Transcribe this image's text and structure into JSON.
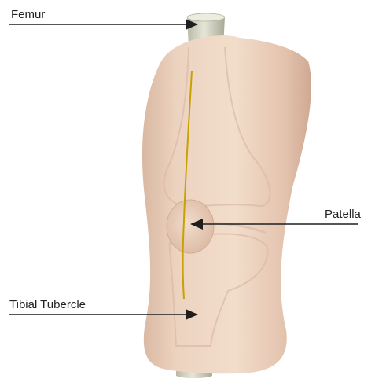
{
  "labels": {
    "femur": "Femur",
    "patella": "Patella",
    "tibial_tubercle": "Tibial Tubercle"
  },
  "colors": {
    "skin_light": "#f4e4d2",
    "skin_mid": "#e9cdb7",
    "skin_shadow": "#d6b09a",
    "bone_shaft": "#c9c9b8",
    "incision": "#c8a200",
    "arrow": "#1e1e1e"
  }
}
